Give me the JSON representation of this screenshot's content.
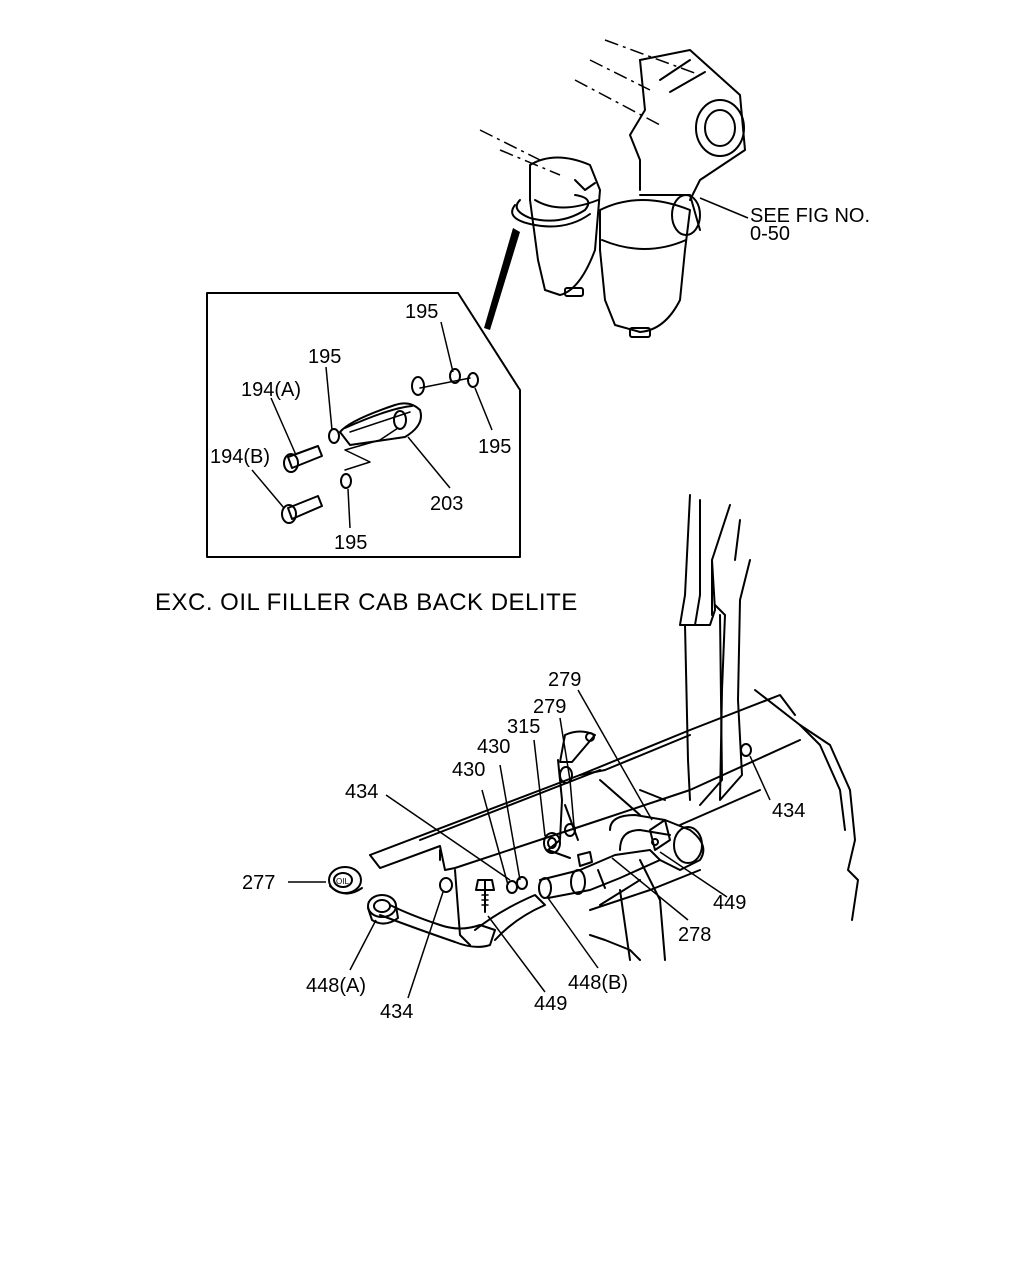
{
  "reference": {
    "see_fig_line1": "SEE FIG NO.",
    "see_fig_line2": "0-50"
  },
  "caption": "EXC. OIL FILLER CAB BACK DELITE",
  "callouts": {
    "c195_top": "195",
    "c195_left": "195",
    "c195_right": "195",
    "c195_bottom": "195",
    "c194a": "194(A)",
    "c194b": "194(B)",
    "c203": "203",
    "c279_a": "279",
    "c279_b": "279",
    "c315": "315",
    "c430_a": "430",
    "c430_b": "430",
    "c434_left": "434",
    "c434_right": "434",
    "c434_bottom": "434",
    "c277": "277",
    "c449_right": "449",
    "c449_bottom": "449",
    "c278": "278",
    "c448b": "448(B)",
    "c448a": "448(A)"
  },
  "cap_text": "OIL"
}
